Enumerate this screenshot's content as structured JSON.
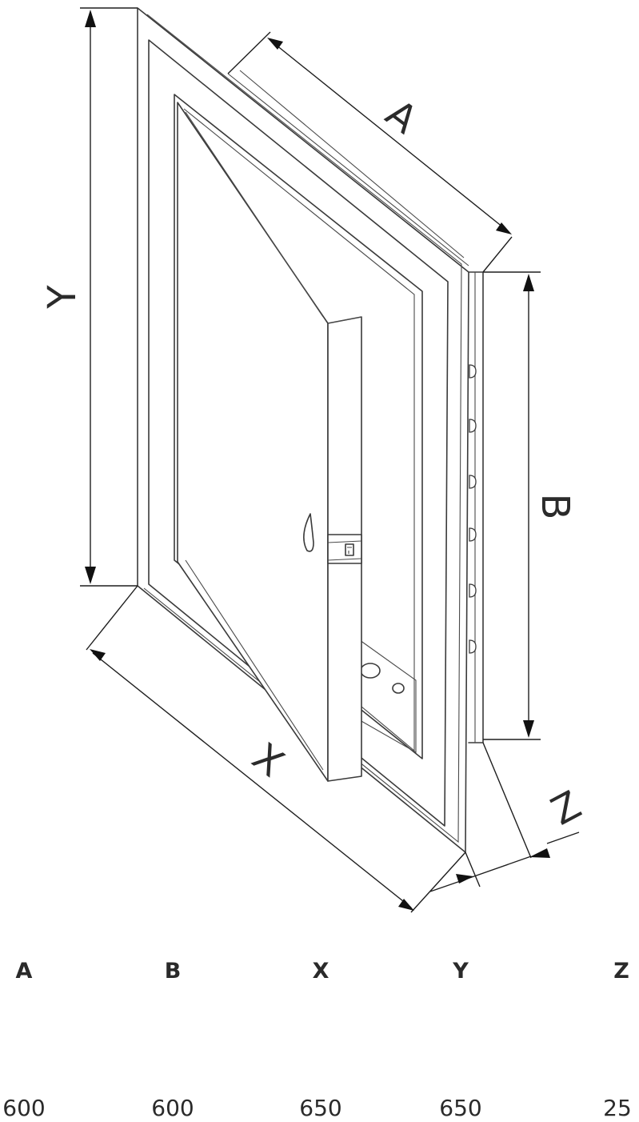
{
  "diagram": {
    "labels": {
      "A": "A",
      "B": "B",
      "X": "X",
      "Y": "Y",
      "Z": "Z"
    }
  },
  "dimension_table": {
    "headers": [
      "A",
      "B",
      "X",
      "Y",
      "Z"
    ],
    "values": [
      "600",
      "600",
      "650",
      "650",
      "25"
    ]
  }
}
